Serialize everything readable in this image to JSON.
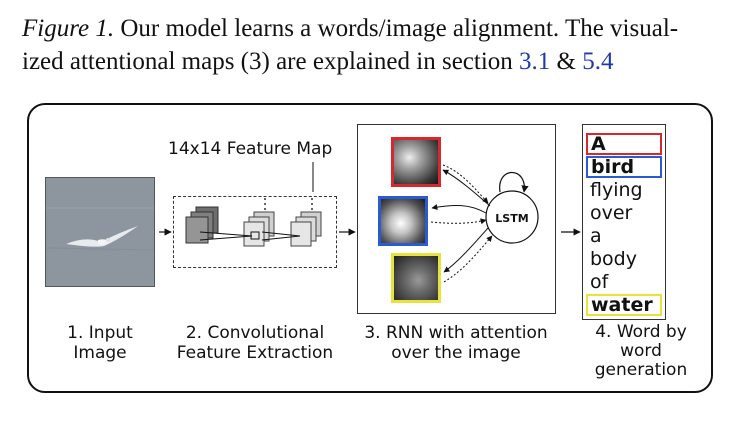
{
  "caption": {
    "figure_label": "Figure 1.",
    "text_line1": " Our model learns a words/image alignment. The visual-",
    "text_line2": "ized attentional maps (3) are explained in section ",
    "ref1": "3.1",
    "connector": " & ",
    "ref2": "5.4"
  },
  "diagram": {
    "feature_map_label": "14x14 Feature Map",
    "lstm_label": "LSTM",
    "words": [
      "A",
      "bird",
      "flying",
      "over",
      "a",
      "body",
      "of",
      "water"
    ],
    "steps": [
      "1. Input\nImage",
      "2. Convolutional\nFeature Extraction",
      "3. RNN with attention\nover the image",
      "4. Word by\nword\ngeneration"
    ],
    "colors": {
      "attention_red": "#d8282f",
      "attention_blue": "#2a5bd0",
      "attention_yellow": "#e9e23a",
      "link_blue": "#1f3aa8"
    }
  }
}
